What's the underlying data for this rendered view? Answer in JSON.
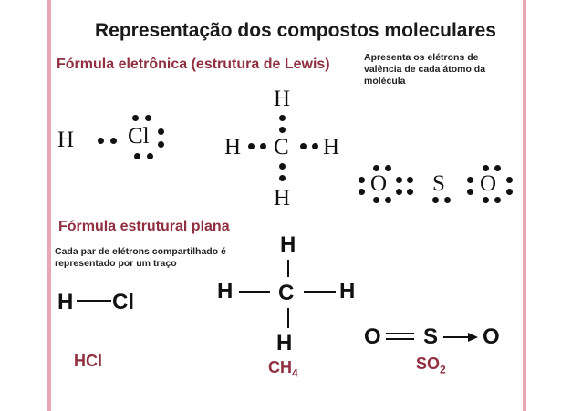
{
  "slide": {
    "title": "Representação dos compostos moleculares",
    "sections": {
      "lewis": "Fórmula eletrônica (estrutura de Lewis)",
      "structural": "Fórmula estrutural plana"
    },
    "notes": {
      "lewis": "Apresenta os elétrons de valência de cada átomo da molécula",
      "structural": "Cada par de elétrons compartilhado é representado por um traço"
    },
    "colors": {
      "section": "#8f2f3f",
      "side_bar": "#e9a7b5",
      "text": "#111111"
    }
  },
  "lewis": {
    "hcl": {
      "h": "H",
      "cl": "Cl"
    },
    "ch4": {
      "h_top": "H",
      "h_left": "H",
      "c": "C",
      "h_right": "H",
      "h_bottom": "H"
    },
    "so2": {
      "o_left": "O",
      "s": "S",
      "o_right": "O"
    }
  },
  "structural": {
    "hcl": {
      "h": "H",
      "cl": "Cl",
      "formula": "HCl"
    },
    "ch4": {
      "h_top": "H",
      "h_left": "H",
      "c": "C",
      "h_right": "H",
      "h_bottom": "H",
      "formula_base": "CH",
      "formula_sub": "4"
    },
    "so2": {
      "o_left": "O",
      "s": "S",
      "o_right": "O",
      "formula_base": "SO",
      "formula_sub": "2"
    }
  }
}
